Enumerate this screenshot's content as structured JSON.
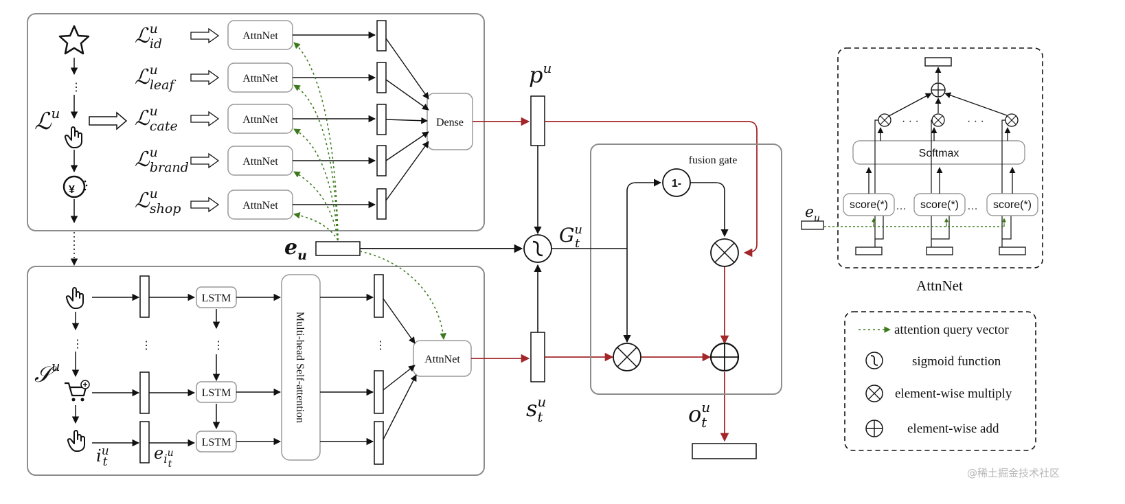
{
  "top_panel": {
    "sequence_symbol": "ℒ",
    "sequence_sup": "u",
    "rows": [
      {
        "symbol": "ℒ",
        "sup": "u",
        "sub": "id",
        "net_label": "AttnNet"
      },
      {
        "symbol": "ℒ",
        "sup": "u",
        "sub": "leaf",
        "net_label": "AttnNet"
      },
      {
        "symbol": "ℒ",
        "sup": "u",
        "sub": "cate",
        "net_label": "AttnNet"
      },
      {
        "symbol": "ℒ",
        "sup": "u",
        "sub": "brand",
        "net_label": "AttnNet"
      },
      {
        "symbol": "ℒ",
        "sup": "u",
        "sub": "shop",
        "net_label": "AttnNet"
      }
    ],
    "dense_label": "Dense",
    "yen_glyph": "¥"
  },
  "bottom_panel": {
    "sequence_symbol": "𝒮",
    "sequence_sup": "u",
    "lstm_labels": [
      "LSTM",
      "LSTM",
      "LSTM"
    ],
    "self_attention_label": "Multi-head Self-attention",
    "attn_label": "AttnNet",
    "item_symbol": "i",
    "item_sup": "u",
    "item_sub": "t",
    "embed_symbol": "e",
    "embed_sub_symbol": "i",
    "embed_sub_sup": "u",
    "embed_sub_sub": "t",
    "dots": "⋮"
  },
  "middle": {
    "user_embedding": {
      "symbol": "e",
      "sub": "u"
    },
    "p_vector": {
      "symbol": "p",
      "sup": "u"
    },
    "s_vector": {
      "symbol": "s",
      "sup": "u",
      "sub": "t"
    },
    "gate": {
      "symbol": "G",
      "sup": "u",
      "sub": "t"
    },
    "sigmoid_glyph": "§"
  },
  "fusion": {
    "title": "fusion gate",
    "one_minus": "1-",
    "output": {
      "symbol": "o",
      "sup": "u",
      "sub": "t"
    }
  },
  "attnnet_detail": {
    "softmax_label": "Softmax",
    "score_labels": [
      "score(*)",
      "score(*)",
      "score(*)"
    ],
    "dots": "· · ·",
    "user_embedding": {
      "symbol": "e",
      "sub": "u"
    },
    "caption": "AttnNet"
  },
  "legend": [
    {
      "icon": "dotted-arrow",
      "text": "attention query vector"
    },
    {
      "icon": "sigmoid",
      "text": "sigmoid function"
    },
    {
      "icon": "multiply",
      "text": "element-wise multiply"
    },
    {
      "icon": "add",
      "text": "element-wise add"
    }
  ],
  "watermark": "@稀土掘金技术社区",
  "colors": {
    "query_arrow": "#3d7a1c",
    "fusion_path": "#a3262a",
    "stroke": "#111111",
    "panel_border": "#8c8c8c"
  }
}
